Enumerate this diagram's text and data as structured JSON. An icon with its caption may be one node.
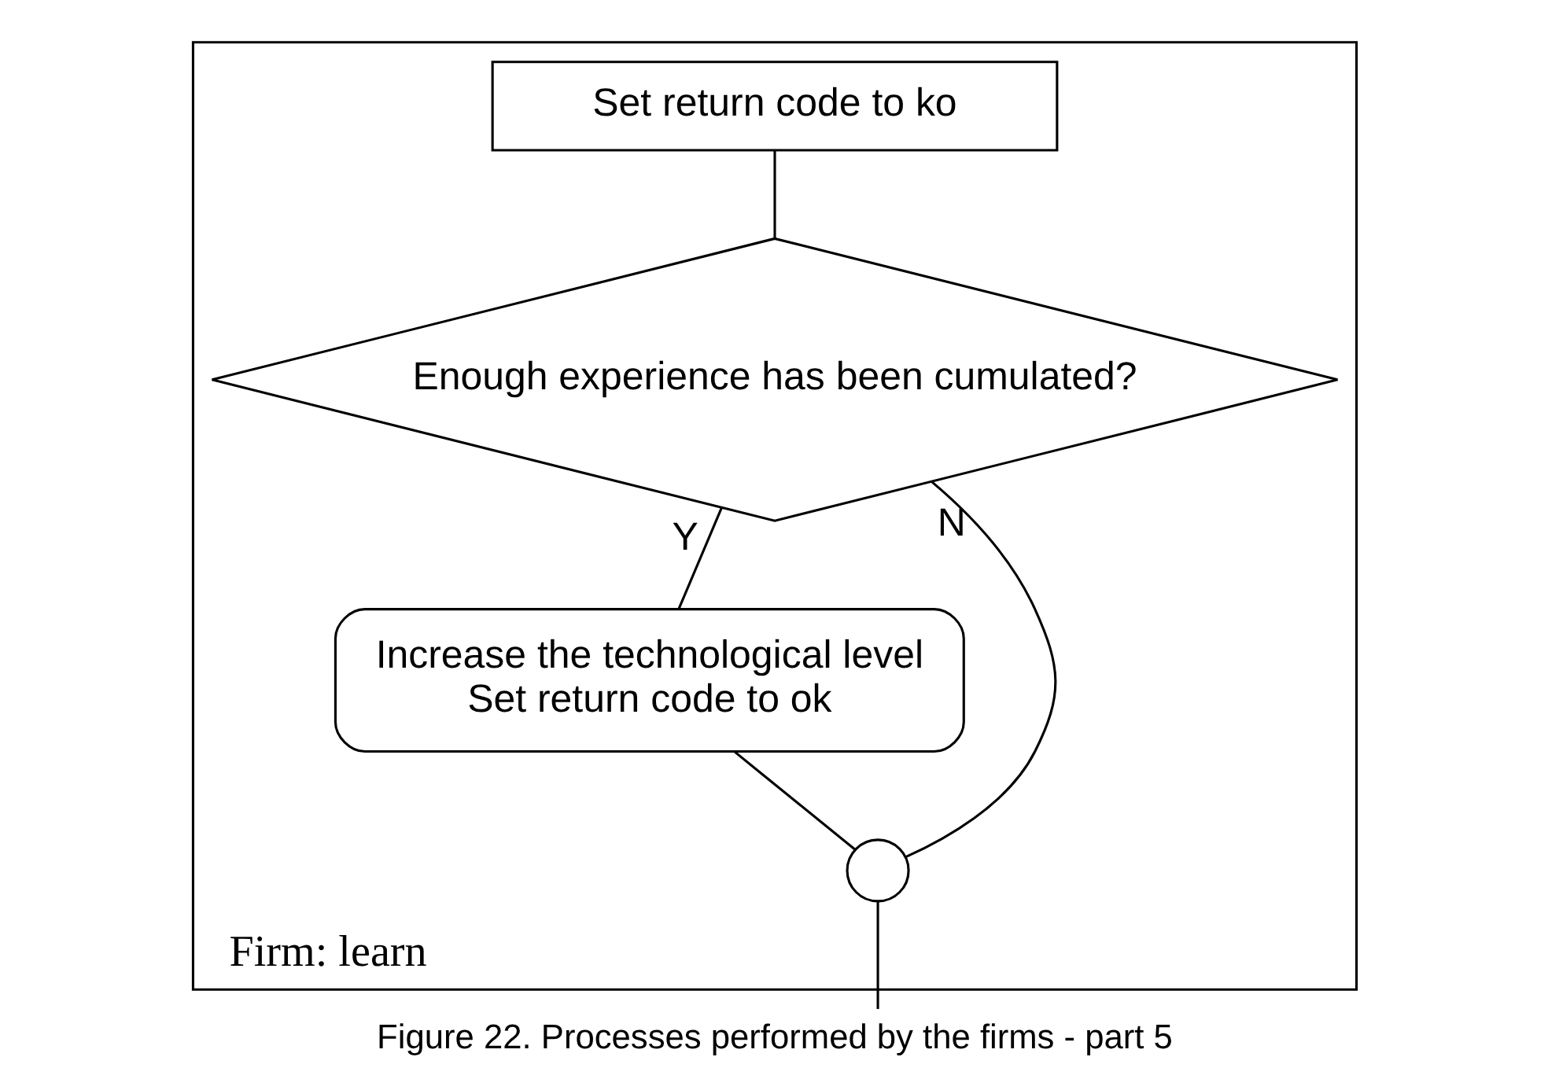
{
  "diagram": {
    "caption": "Figure 22. Processes performed by the firms - part 5",
    "nodes": [
      {
        "text": [
          "Firm: learn"
        ]
      },
      {
        "text": [
          "Set return code to ko"
        ],
        "in": 0
      },
      {
        "text": [
          "Enough experience has been cumulated?"
        ],
        "in": 0
      },
      {
        "text": [
          "Increase the technological level",
          "Set return code to ok"
        ],
        "in": 0
      },
      {
        "text": [],
        "shape": "circle",
        "in": 0
      }
    ],
    "edges": [
      {
        "from": 1,
        "to": 2,
        "arrow": "none"
      },
      {
        "from": 2,
        "to": 3,
        "label": "Y",
        "arrow": "none"
      },
      {
        "from": 2,
        "to": 4,
        "label": "N",
        "arrow": "none"
      },
      {
        "from": 3,
        "to": 4,
        "arrow": "none"
      },
      {
        "from": 4,
        "to": null,
        "arrow": "none"
      }
    ]
  }
}
